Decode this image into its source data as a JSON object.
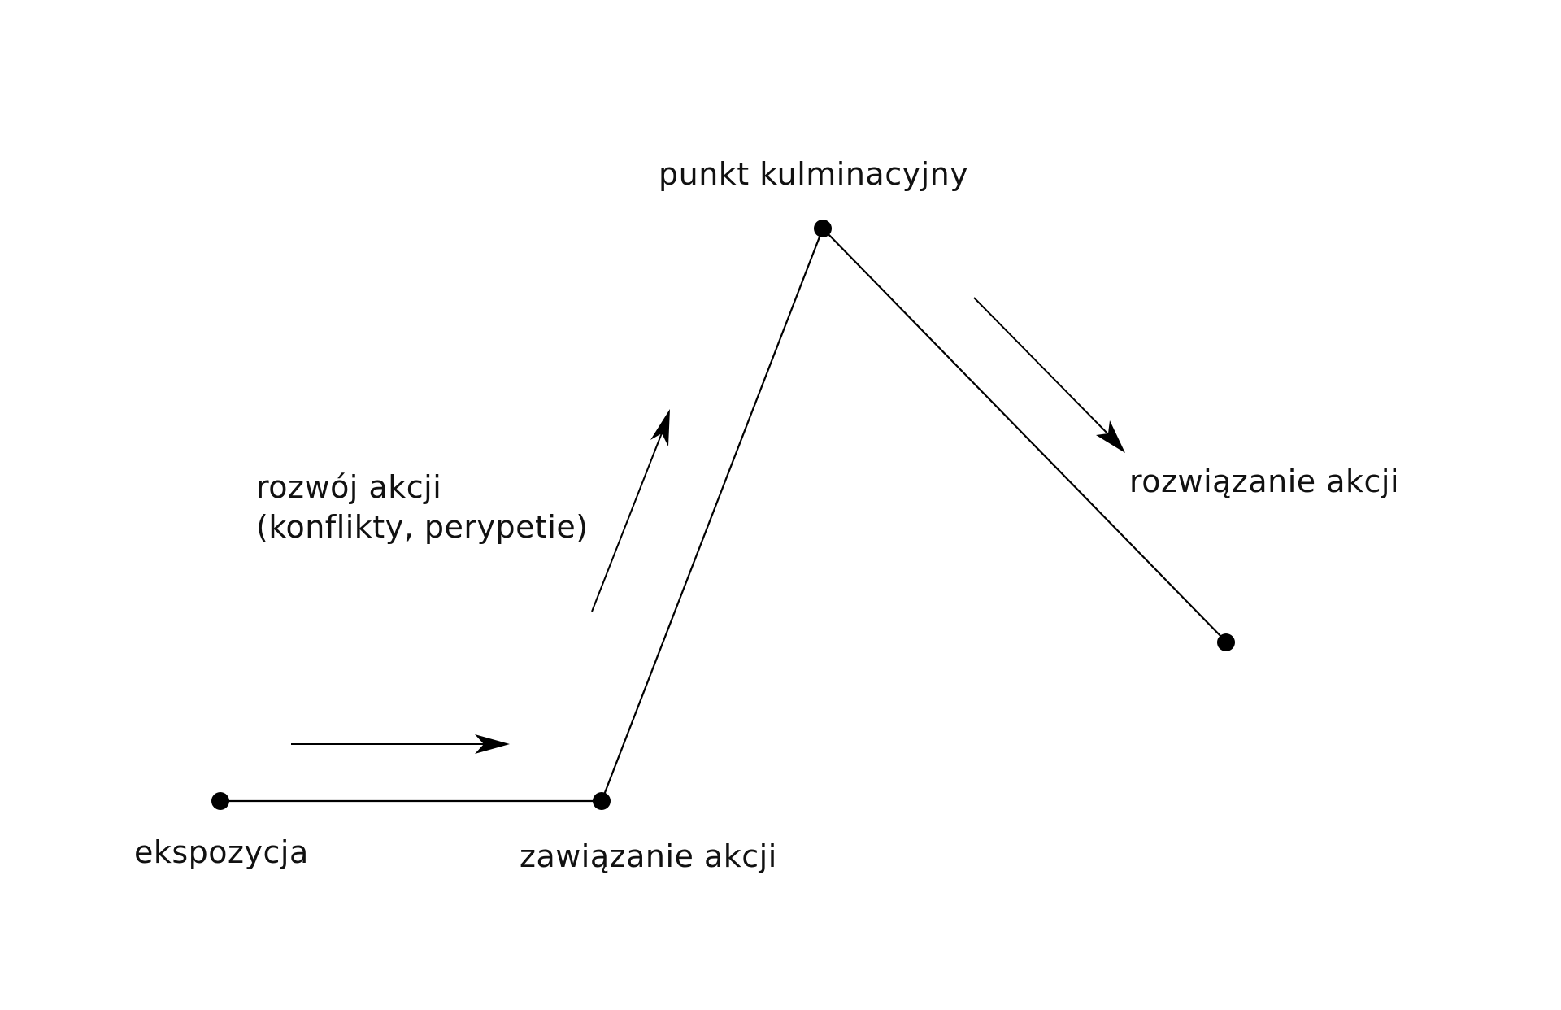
{
  "diagram": {
    "labels": {
      "exposition": "ekspozycja",
      "inciting": "zawiązanie akcji",
      "rising_line1": "rozwój akcji",
      "rising_line2": "(konflikty, perypetie)",
      "climax": "punkt kulminacyjny",
      "resolution": "rozwiązanie akcji"
    },
    "line_color": "#000000",
    "text_color": "#111111",
    "background": "#ffffff"
  }
}
